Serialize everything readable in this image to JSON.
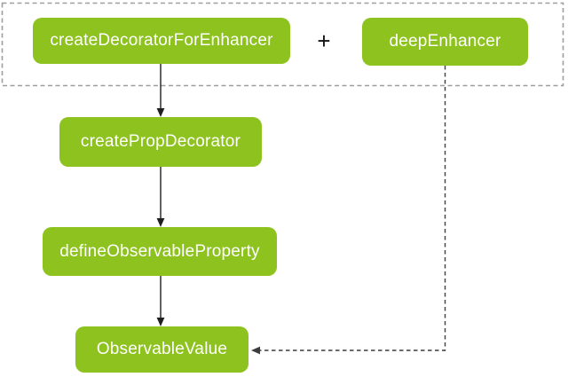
{
  "diagram": {
    "type": "flowchart",
    "plus_operator": "+",
    "nodes": [
      {
        "id": "createDecoratorForEnhancer",
        "label": "createDecoratorForEnhancer"
      },
      {
        "id": "deepEnhancer",
        "label": "deepEnhancer"
      },
      {
        "id": "createPropDecorator",
        "label": "createPropDecorator"
      },
      {
        "id": "defineObservableProperty",
        "label": "defineObservableProperty"
      },
      {
        "id": "observableValue",
        "label": "ObservableValue"
      }
    ],
    "groups": [
      {
        "id": "enhancer-group",
        "members": [
          "createDecoratorForEnhancer",
          "deepEnhancer"
        ],
        "style": "dashed-outline"
      }
    ],
    "edges": [
      {
        "from": "createDecoratorForEnhancer",
        "to": "createPropDecorator",
        "style": "solid-arrow"
      },
      {
        "from": "createPropDecorator",
        "to": "defineObservableProperty",
        "style": "solid-arrow"
      },
      {
        "from": "defineObservableProperty",
        "to": "observableValue",
        "style": "solid-arrow"
      },
      {
        "from": "deepEnhancer",
        "to": "observableValue",
        "style": "dashed-arrow"
      }
    ]
  },
  "colors": {
    "node_fill": "#8dc21f",
    "node_text": "#ffffff",
    "solid_arrow": "#1f1f1f",
    "dashed_arrow": "#3c3c3c",
    "group_outline": "#9e9e9e",
    "background": "#ffffff"
  }
}
